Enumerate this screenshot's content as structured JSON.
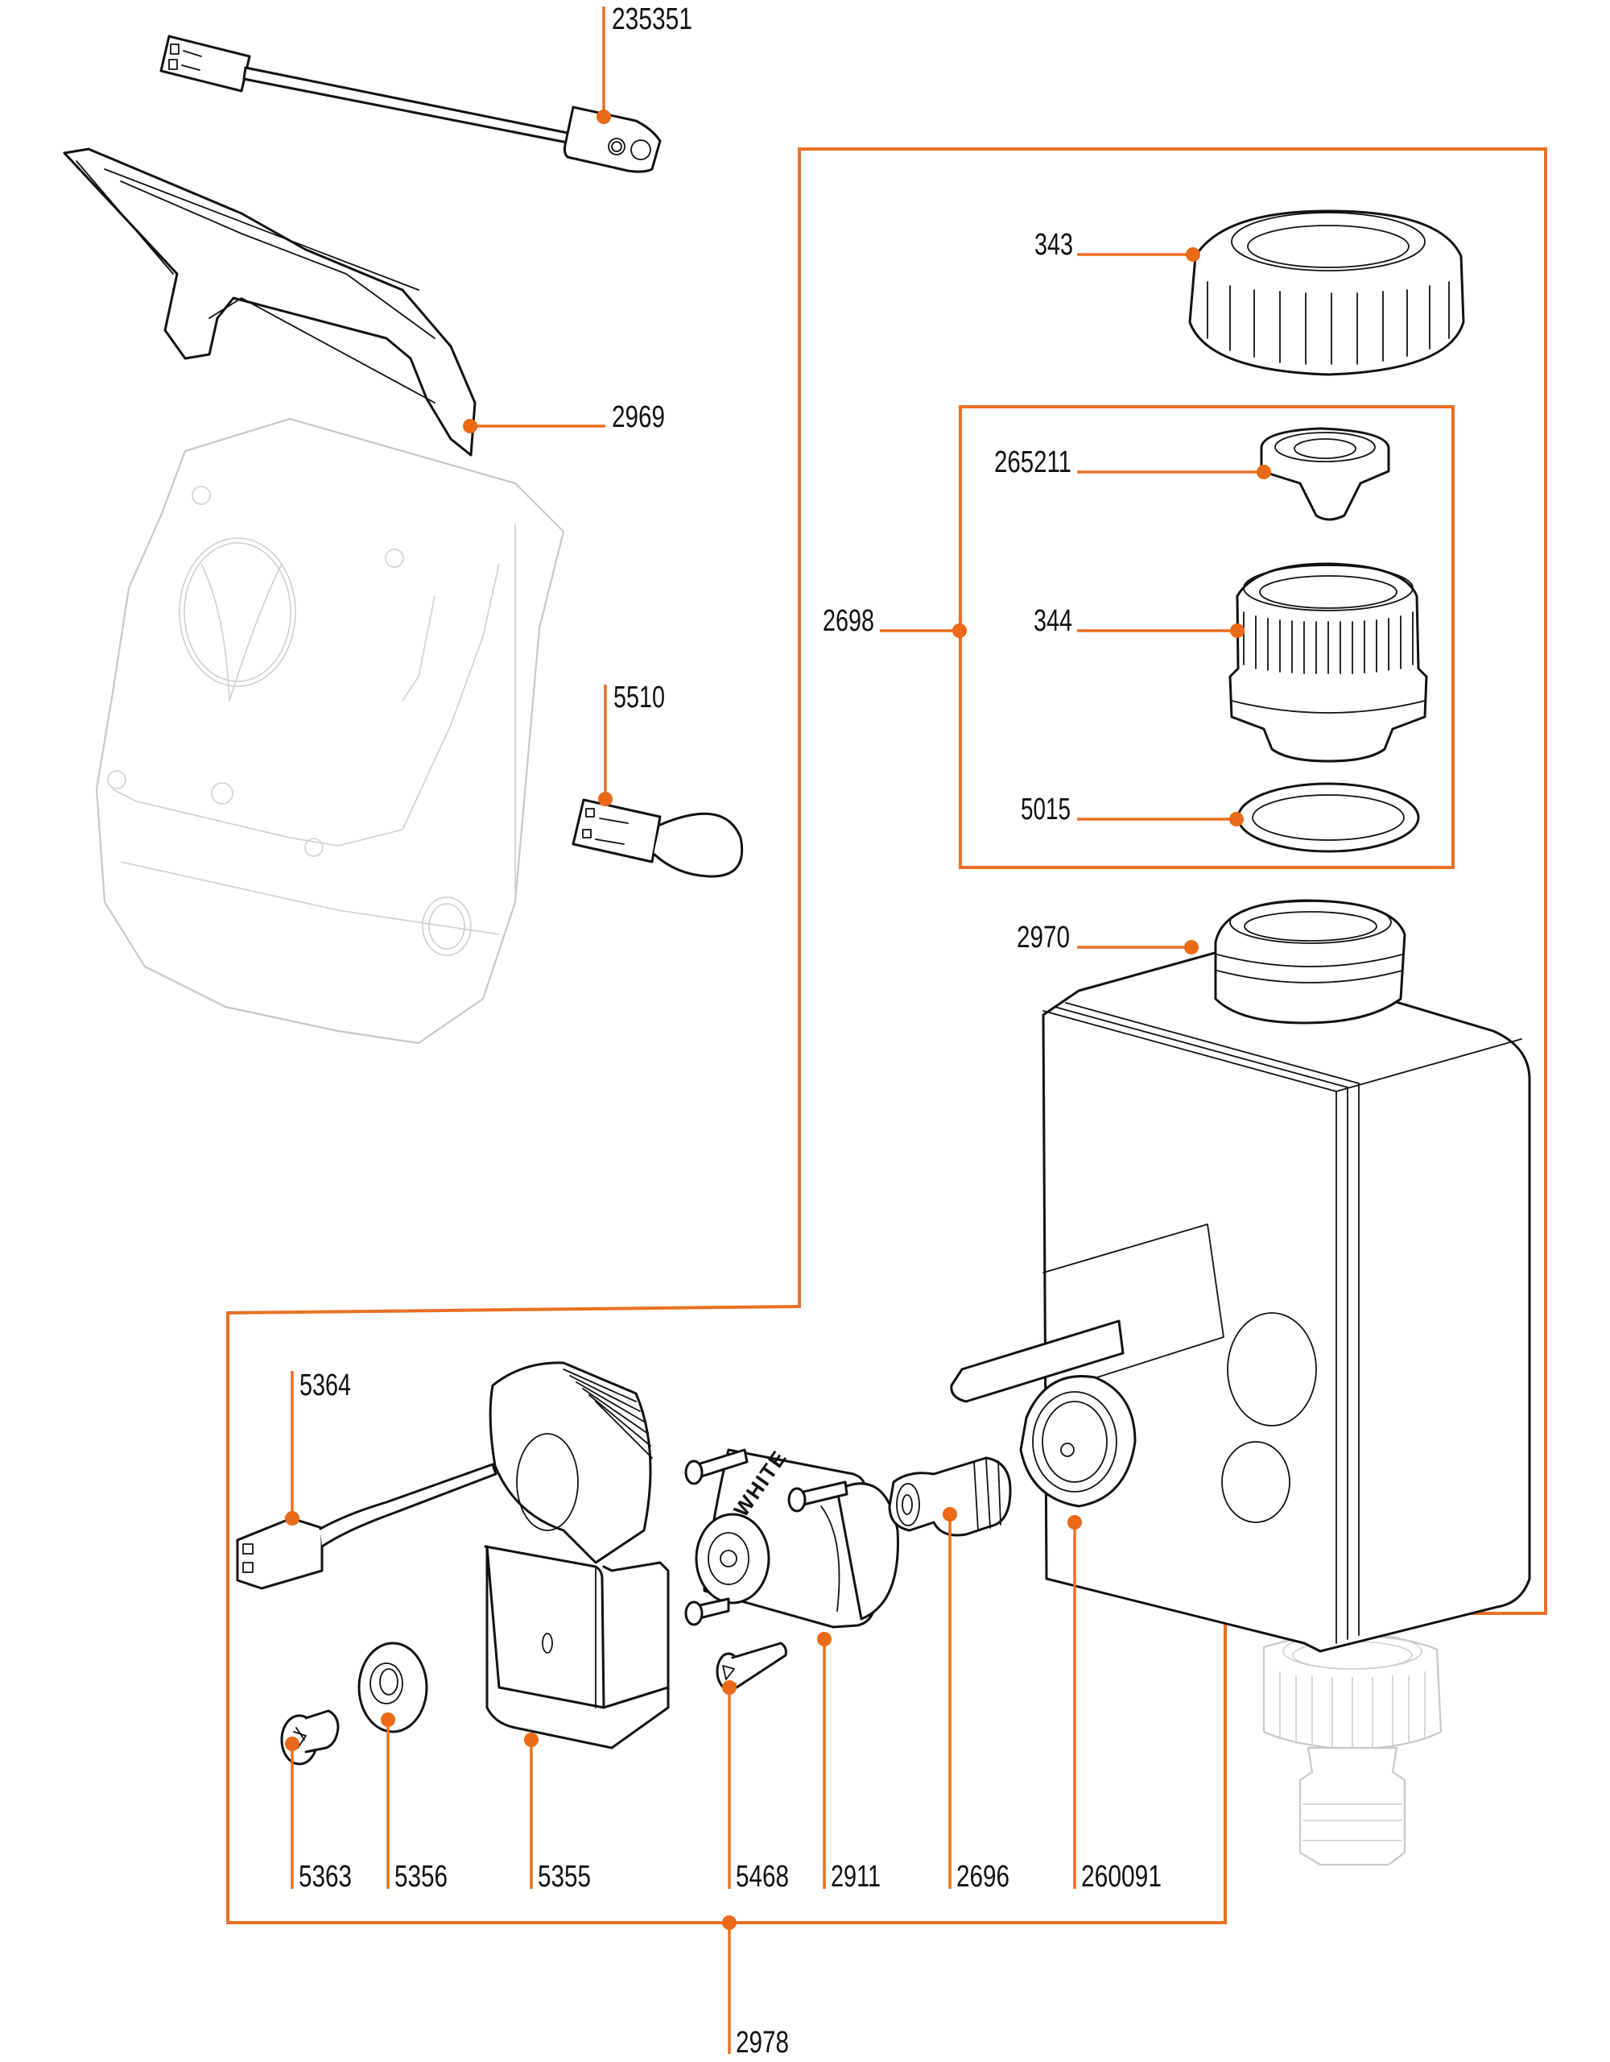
{
  "diagram": {
    "type": "exploded-parts-diagram",
    "accent_color": "#ea7024",
    "line_color": "#111111",
    "ghost_color": "#c8c8c8",
    "valve_marking": "WHITE"
  },
  "parts": {
    "p235351": {
      "number": "235351",
      "description": "cable with connector and sensor block"
    },
    "p2969": {
      "number": "2969",
      "description": "cover flap"
    },
    "p5510": {
      "number": "5510",
      "description": "jumper connector loop"
    },
    "p343": {
      "number": "343",
      "description": "union nut"
    },
    "p265211": {
      "number": "265211",
      "description": "filter insert"
    },
    "p2698": {
      "number": "2698",
      "description": "filter set (group)"
    },
    "p344": {
      "number": "344",
      "description": "threaded adapter"
    },
    "p5015": {
      "number": "5015",
      "description": "O-ring"
    },
    "p2970": {
      "number": "2970",
      "description": "valve housing"
    },
    "p5364": {
      "number": "5364",
      "description": "solenoid coil with cable"
    },
    "p5363": {
      "number": "5363",
      "description": "screw"
    },
    "p5356": {
      "number": "5356",
      "description": "washer"
    },
    "p5355": {
      "number": "5355",
      "description": "coil bracket"
    },
    "p5468": {
      "number": "5468",
      "description": "screw"
    },
    "p2911": {
      "number": "2911",
      "description": "solenoid valve unit"
    },
    "p2696": {
      "number": "2696",
      "description": "plunger"
    },
    "p260091": {
      "number": "260091",
      "description": "membrane"
    },
    "p2978": {
      "number": "2978",
      "description": "valve assembly (group)"
    }
  },
  "ghosted_parts": [
    "control unit housing",
    "tap connector"
  ]
}
